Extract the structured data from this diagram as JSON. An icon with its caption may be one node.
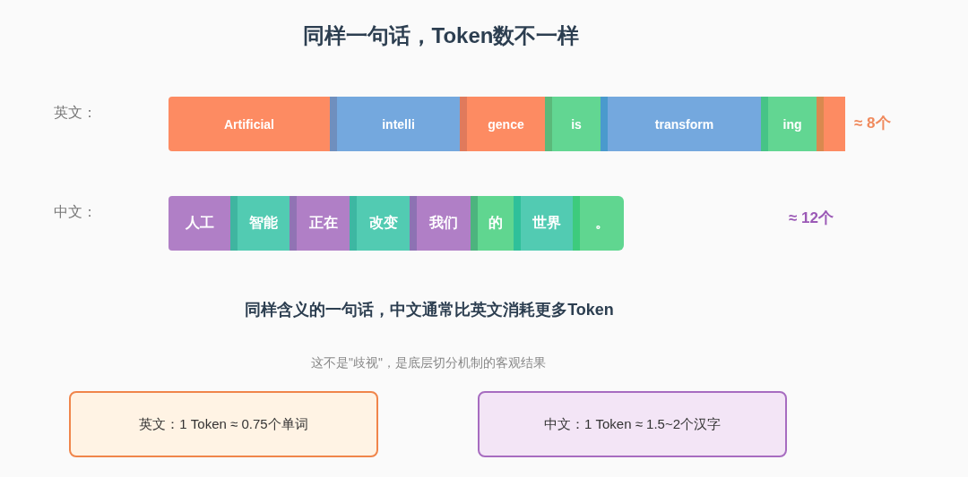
{
  "diagram": {
    "title": "同样一句话，Token数不一样",
    "nodes": [
      {
        "text": [
          "Artificial"
        ]
      },
      {
        "text": [
          "intelli"
        ]
      },
      {
        "text": [
          "gence"
        ]
      },
      {
        "text": [
          "is"
        ]
      },
      {
        "text": [
          "transform"
        ]
      },
      {
        "text": [
          "ing"
        ]
      },
      {
        "text": [],
        "shape": "box"
      },
      {
        "text": [
          "人工"
        ]
      },
      {
        "text": [
          "智能"
        ]
      },
      {
        "text": [
          "正在"
        ]
      },
      {
        "text": [
          "改变"
        ]
      },
      {
        "text": [
          "我们"
        ]
      },
      {
        "text": [
          "的"
        ]
      },
      {
        "text": [
          "世界"
        ]
      },
      {
        "text": [
          "。"
        ]
      },
      {
        "text": [
          "英文：1 Token ≈ 0.75个单词"
        ]
      },
      {
        "text": [
          "中文：1 Token ≈ 1.5~2个汉字"
        ]
      }
    ],
    "labels": [
      "英文：",
      "≈ 8个",
      "中文：",
      "≈ 12个",
      "同样含义的一句话，中文通常比英文消耗更多Token",
      "这不是\"歧视\"，是底层切分机制的客观结果"
    ]
  }
}
